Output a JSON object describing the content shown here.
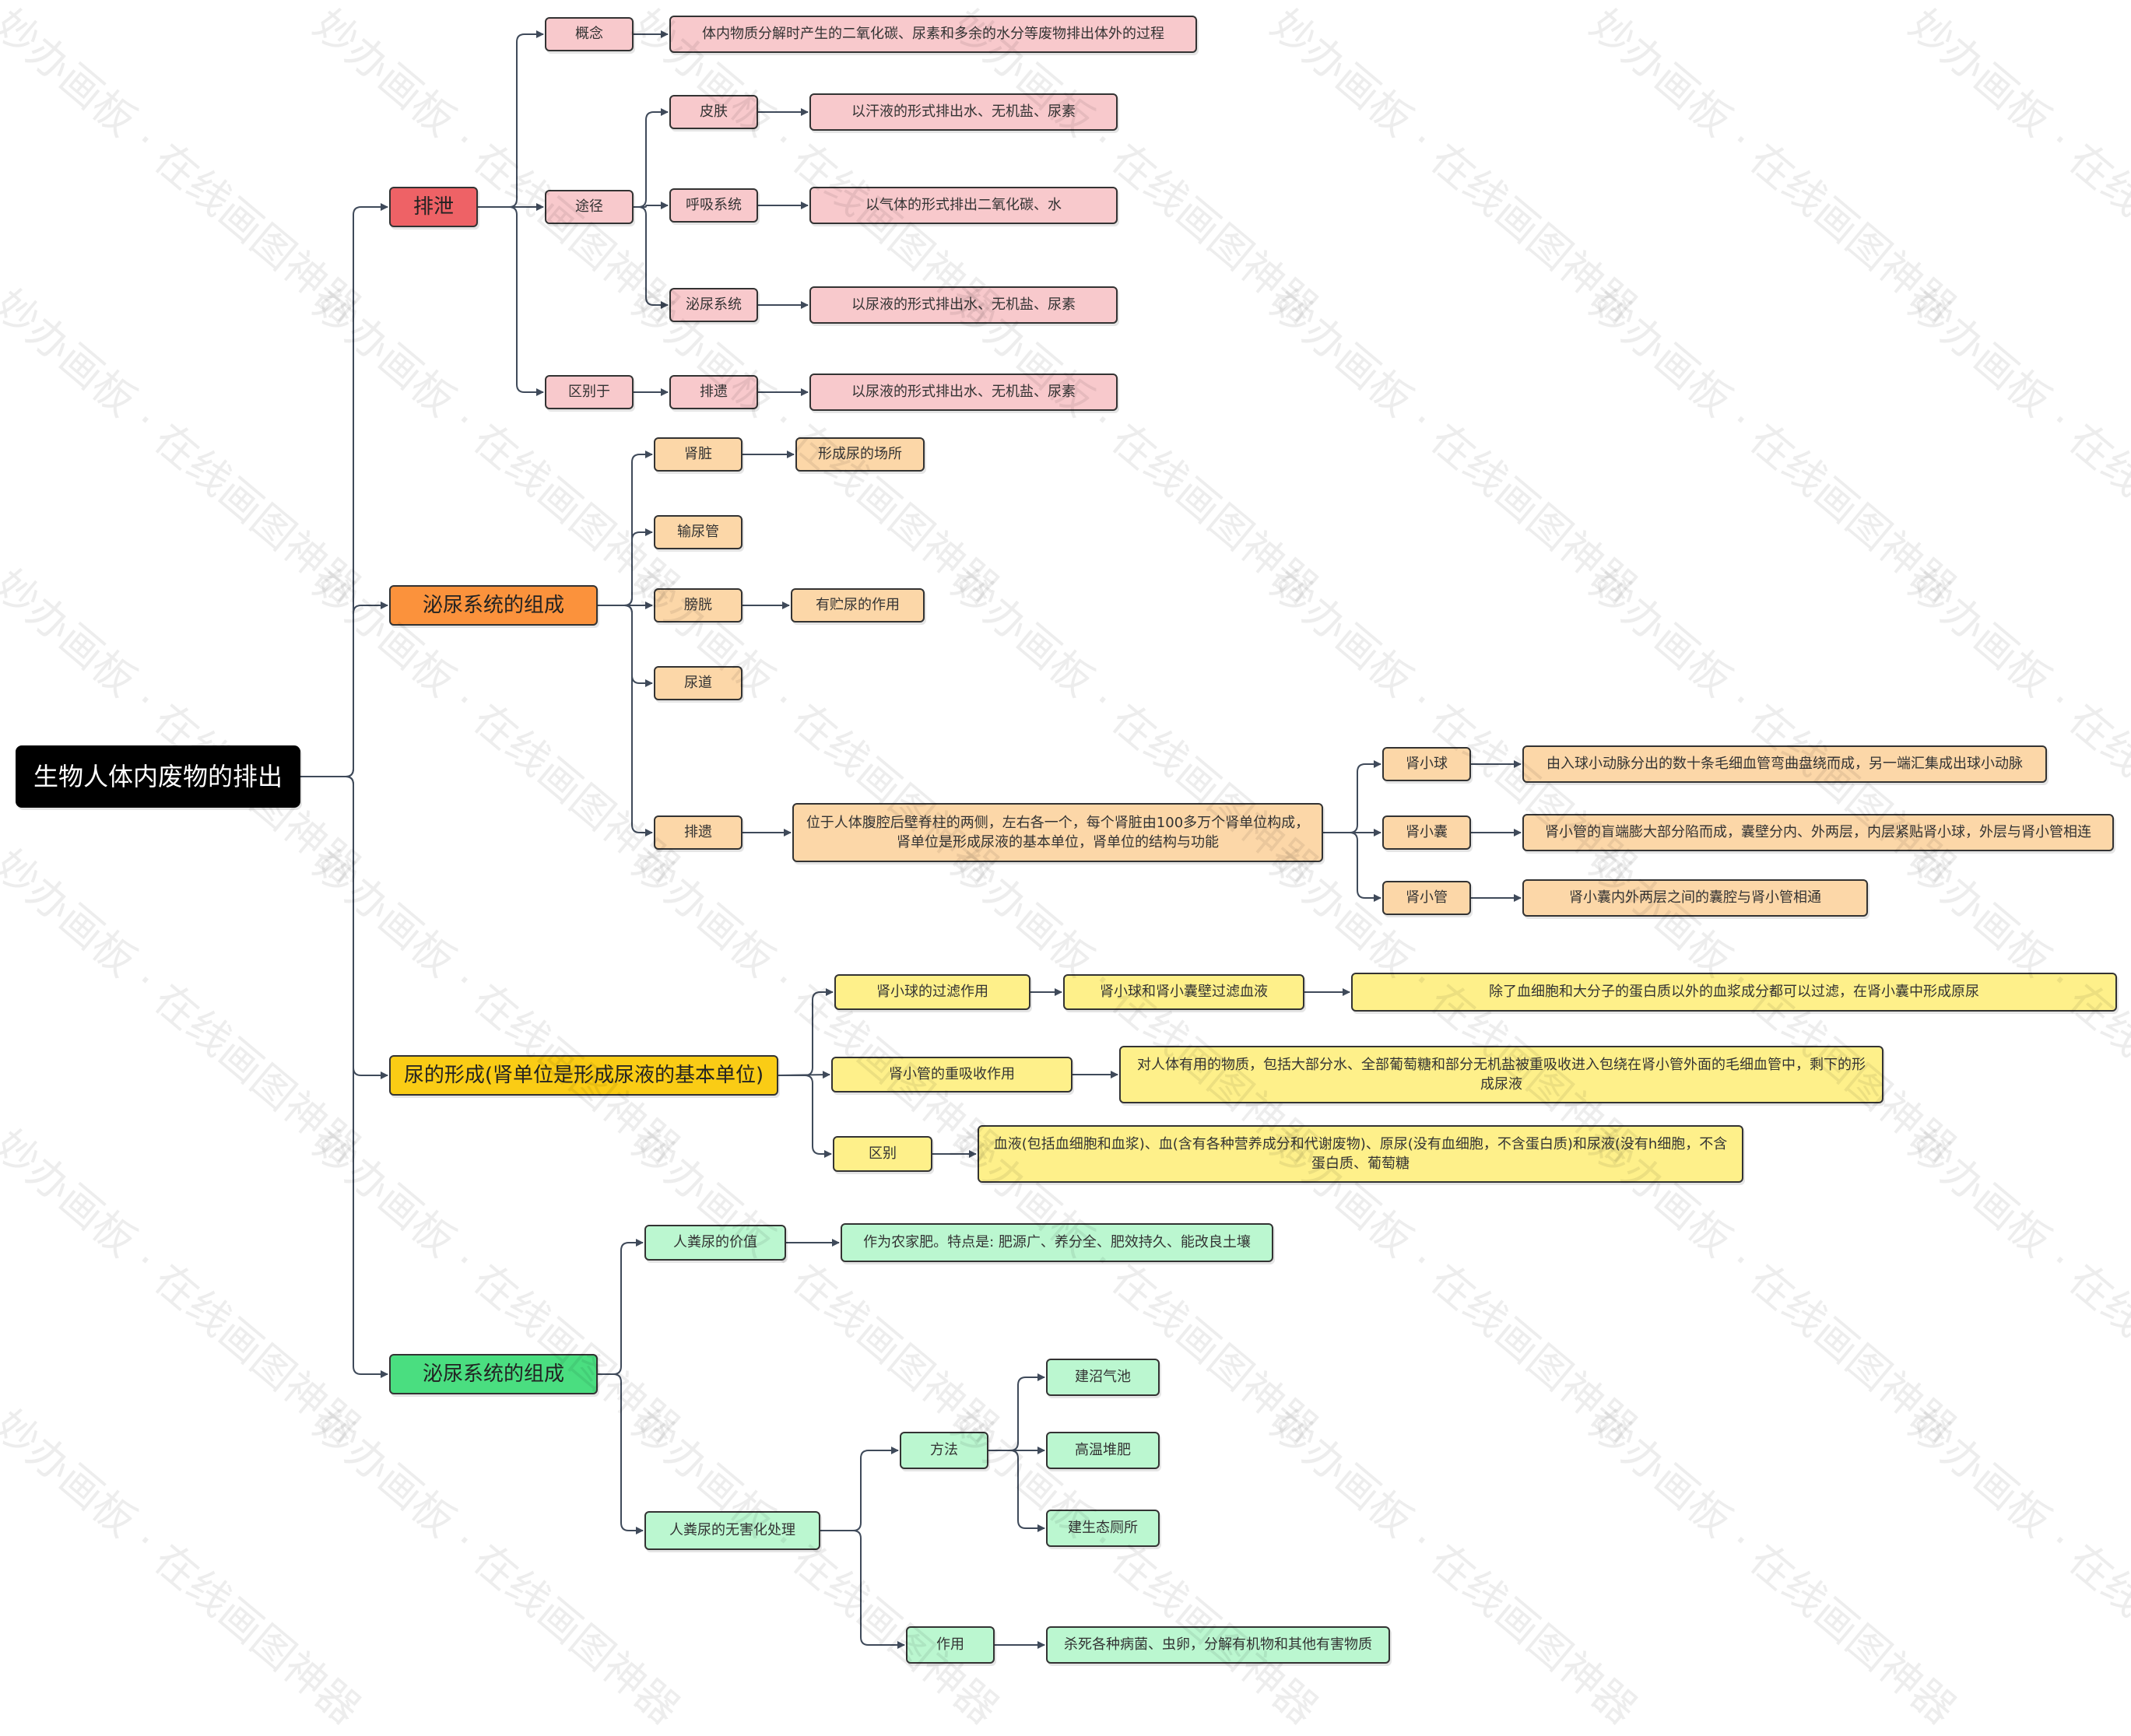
{
  "watermark": "妙办画板 · 在线画图神器",
  "colors": {
    "line": "#3f4a5a",
    "red": "#ee6266",
    "orange": "#fb923c",
    "yellow": "#facc15",
    "green": "#4ade80"
  },
  "nodes": {
    "root": "生物人体内废物的排出",
    "excretion": "排泄",
    "concept": "概念",
    "concept_desc": "体内物质分解时产生的二氧化碳、尿素和多余的水分等废物排出体外的过程",
    "pathway": "途径",
    "skin": "皮肤",
    "skin_desc": "以汗液的形式排出水、无机盐、尿素",
    "respiratory": "呼吸系统",
    "respiratory_desc": "以气体的形式排出二氧化碳、水",
    "urinary_path": "泌尿系统",
    "urinary_path_desc": "以尿液的形式排出水、无机盐、尿素",
    "differ": "区别于",
    "egestion": "排遗",
    "egestion_desc": "以尿液的形式排出水、无机盐、尿素",
    "urinary_comp": "泌尿系统的组成",
    "kidney": "肾脏",
    "kidney_desc": "形成尿的场所",
    "ureter": "输尿管",
    "bladder": "膀胱",
    "bladder_desc": "有贮尿的作用",
    "urethra": "尿道",
    "egestion2": "排遗",
    "egestion2_desc": "位于人体腹腔后壁脊柱的两侧，左右各一个，每个肾脏由100多万个肾单位构成，肾单位是形成尿液的基本单位，肾单位的结构与功能",
    "glomerulus": "肾小球",
    "glomerulus_desc": "由入球小动脉分出的数十条毛细血管弯曲盘绕而成，另一端汇集成出球小动脉",
    "capsule": "肾小囊",
    "capsule_desc": "肾小管的盲端膨大部分陷而成，囊壁分内、外两层，内层紧贴肾小球，外层与肾小管相连",
    "tubule": "肾小管",
    "tubule_desc": "肾小囊内外两层之间的囊腔与肾小管相通",
    "urine_form": "尿的形成(肾单位是形成尿液的基本单位)",
    "filtration": "肾小球的过滤作用",
    "filtration_mid": "肾小球和肾小囊壁过滤血液",
    "filtration_desc": "除了血细胞和大分子的蛋白质以外的血浆成分都可以过滤，在肾小囊中形成原尿",
    "reabsorption": "肾小管的重吸收作用",
    "reabsorption_desc": "对人体有用的物质，包括大部分水、全部葡萄糖和部分无机盐被重吸收进入包绕在肾小管外面的毛细血管中，剩下的形成尿液",
    "difference": "区别",
    "difference_desc": "血液(包括血细胞和血浆)、血(含有各种营养成分和代谢废物)、原尿(没有血细胞，不含蛋白质)和尿液(没有h细胞，不含蛋白质、葡萄糖",
    "urinary_comp2": "泌尿系统的组成",
    "manure_value": "人粪尿的价值",
    "manure_value_desc": "作为农家肥。特点是: 肥源广、养分全、肥效持久、能改良土壤",
    "harmless": "人粪尿的无害化处理",
    "method": "方法",
    "biogas": "建沼气池",
    "compost": "高温堆肥",
    "eco_toilet": "建生态厕所",
    "effect": "作用",
    "effect_desc": "杀死各种病菌、虫卵，分解有机物和其他有害物质"
  }
}
